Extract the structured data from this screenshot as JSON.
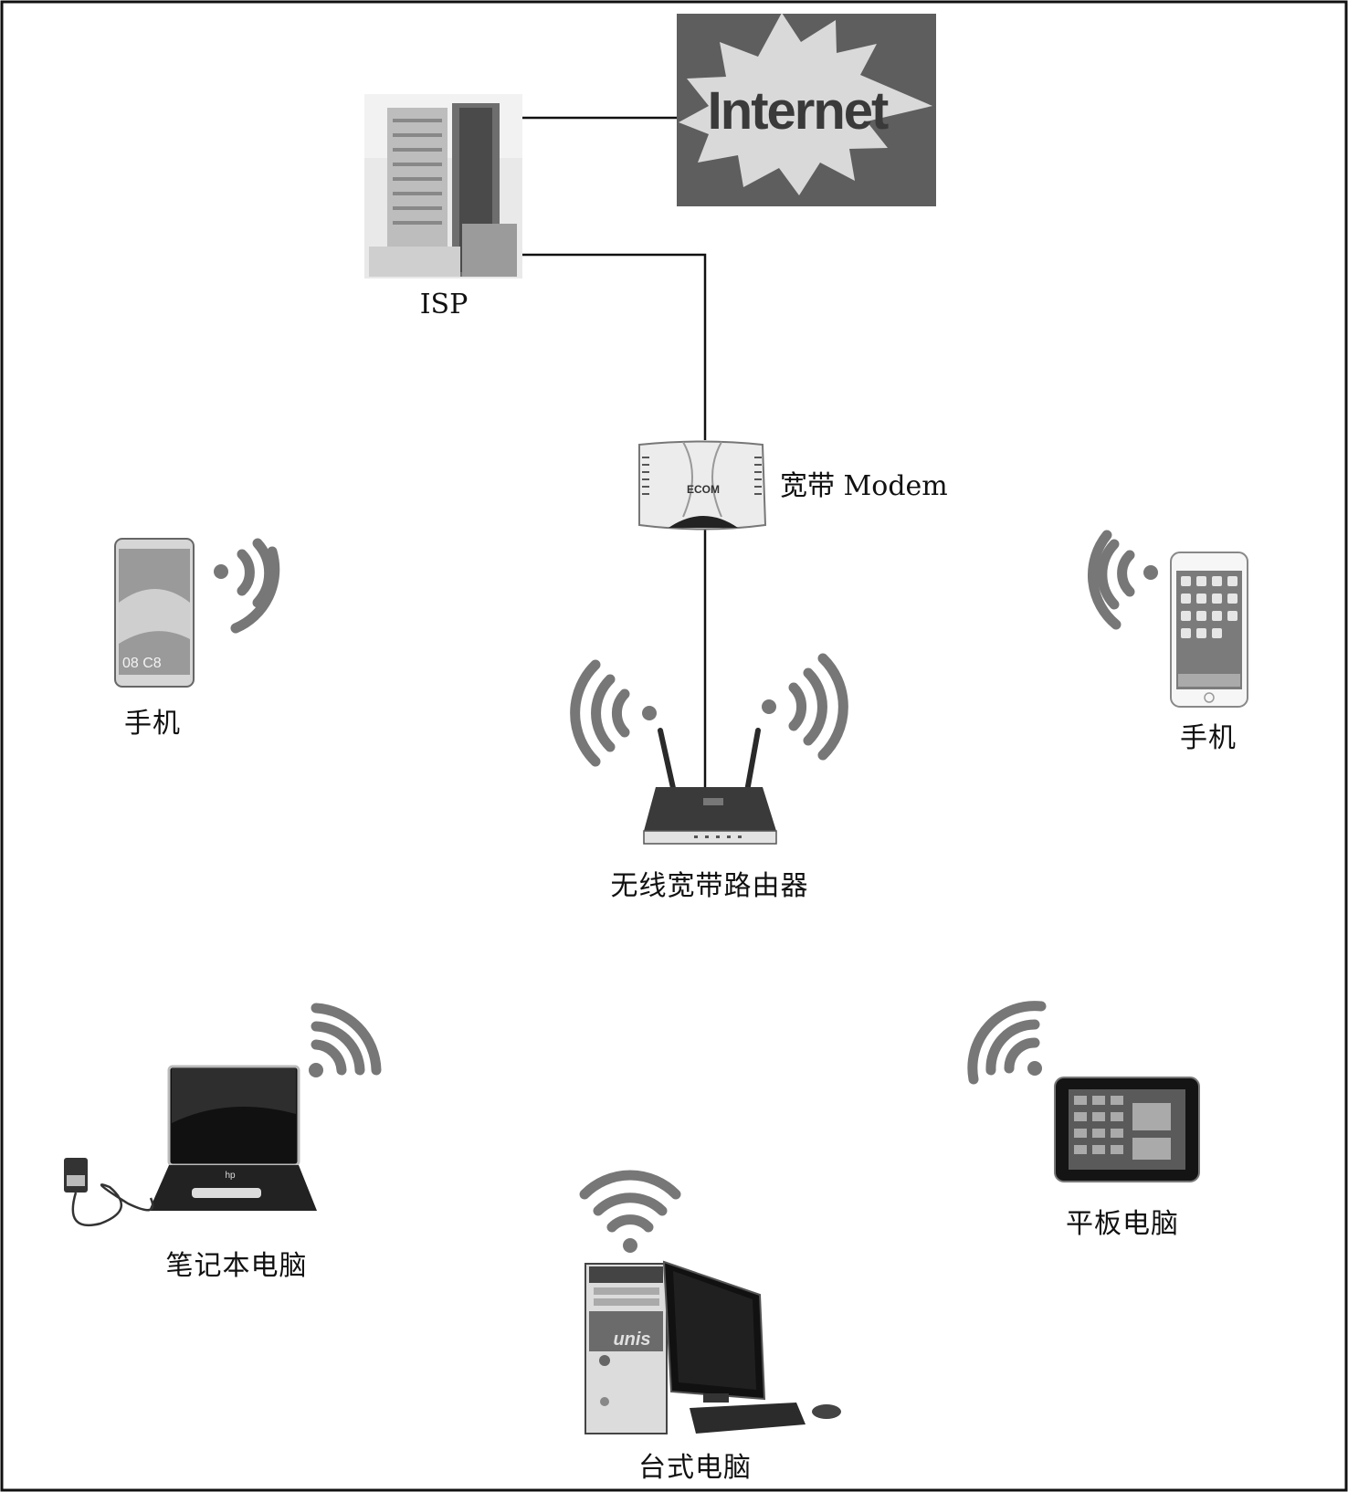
{
  "internet_label": "Internet",
  "nodes": {
    "isp": "ISP",
    "modem": "宽带 Modem",
    "router": "无线宽带路由器",
    "phone_left": "手机",
    "phone_right": "手机",
    "laptop": "笔记本电脑",
    "tablet": "平板电脑",
    "desktop": "台式电脑"
  },
  "laptop_brand": "hp",
  "modem_brand": "ECOM",
  "desktop_brand": "unis",
  "phone_left_time": "08 C8",
  "colors": {
    "internet_bg": "#5e5e5e",
    "internet_burst": "#d9d9d9",
    "wifi": "#777777",
    "line": "#111111"
  }
}
